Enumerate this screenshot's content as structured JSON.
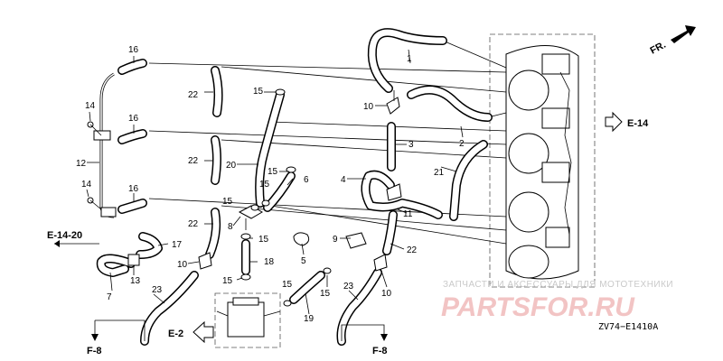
{
  "callouts": {
    "c1": "1",
    "c2": "2",
    "c3": "3",
    "c4": "4",
    "c5": "5",
    "c6": "6",
    "c7": "7",
    "c8": "8",
    "c9": "9",
    "c10a": "10",
    "c10b": "10",
    "c10c": "10",
    "c11": "11",
    "c12": "12",
    "c13": "13",
    "c14a": "14",
    "c14b": "14",
    "c15a": "15",
    "c15b": "15",
    "c15c": "15",
    "c15d": "15",
    "c15e": "15",
    "c15f": "15",
    "c15g": "15",
    "c15h": "15",
    "c16a": "16",
    "c16b": "16",
    "c16c": "16",
    "c17": "17",
    "c18": "18",
    "c19": "19",
    "c20": "20",
    "c21": "21",
    "c22a": "22",
    "c22b": "22",
    "c22c": "22",
    "c22d": "22",
    "c23a": "23",
    "c23b": "23"
  },
  "references": {
    "e14": "E-14",
    "e1420": "E-14-20",
    "e2": "E-2",
    "f8a": "F-8",
    "f8b": "F-8",
    "front": "FR."
  },
  "diagram_code": "ZV74−E1410A",
  "watermark": {
    "line1": "ЗАПЧАСТИ И АКСЕССУАРЫ ДЛЯ МОТОТЕХНИКИ",
    "line2": "PARTSFOR.RU"
  }
}
